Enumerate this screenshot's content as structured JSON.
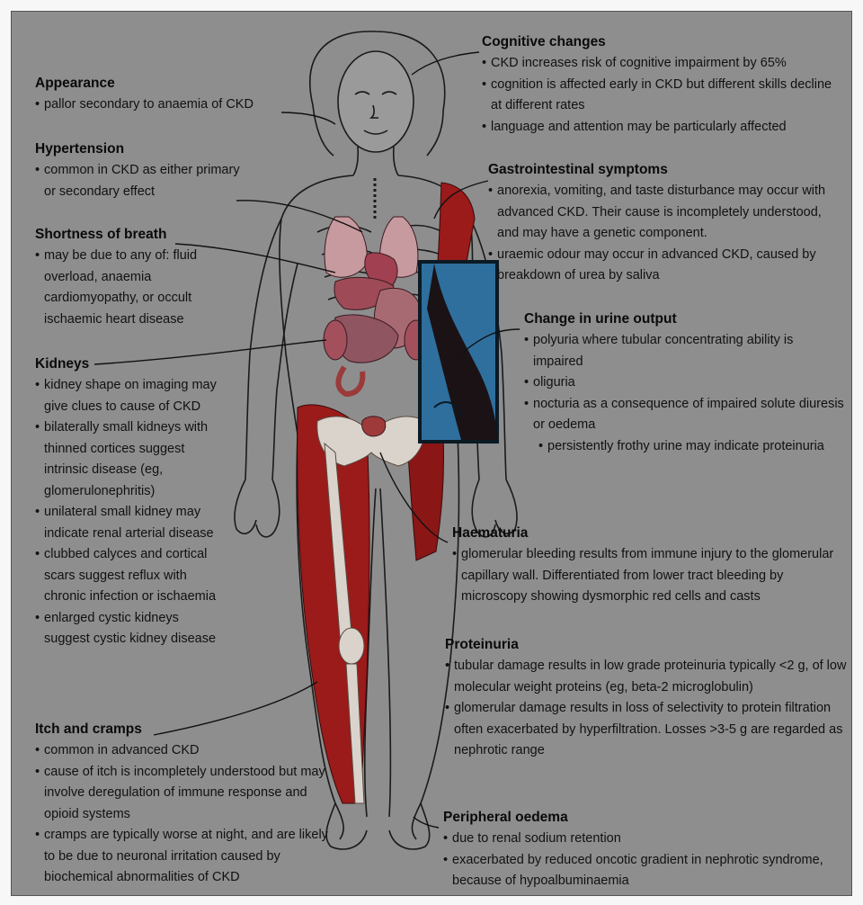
{
  "sections": {
    "appearance": {
      "title": "Appearance",
      "items": [
        "pallor secondary to anaemia of CKD"
      ]
    },
    "hypertension": {
      "title": "Hypertension",
      "items": [
        "common in CKD as either primary or secondary effect"
      ]
    },
    "shortness": {
      "title": "Shortness of breath",
      "items": [
        "may be due to any of: fluid overload, anaemia cardiomyopathy, or occult ischaemic heart disease"
      ]
    },
    "kidneys": {
      "title": "Kidneys",
      "items": [
        "kidney shape on imaging may give clues to cause of CKD",
        "bilaterally small kidneys with thinned cortices suggest intrinsic disease (eg, glomerulonephritis)",
        "unilateral small kidney may indicate renal arterial disease",
        "clubbed calyces and cortical scars suggest reflux with chronic infection or ischaemia",
        "enlarged cystic kidneys suggest cystic kidney disease"
      ]
    },
    "itch": {
      "title": "Itch and cramps",
      "items": [
        "common in advanced CKD",
        "cause of itch is incompletely understood but may involve deregulation of immune response and opioid systems",
        "cramps are typically worse at night, and are likely to be due to neuronal irritation caused by biochemical abnormalities of CKD"
      ]
    },
    "cognitive": {
      "title": "Cognitive changes",
      "items": [
        "CKD increases risk of cognitive impairment by 65%",
        "cognition is affected early in CKD but different skills decline at different rates",
        "language and attention may be particularly affected"
      ]
    },
    "gi": {
      "title": "Gastrointestinal symptoms",
      "items": [
        "anorexia, vomiting, and taste disturbance may occur with advanced CKD. Their cause is incompletely understood, and may have a genetic component.",
        "uraemic odour may occur in advanced CKD, caused by breakdown of urea by saliva"
      ]
    },
    "urine": {
      "title": "Change in urine output",
      "items": [
        "polyuria where tubular concentrating ability is impaired",
        "oliguria",
        "nocturia as a consequence of impaired solute diuresis or oedema"
      ],
      "subitems": [
        "persistently frothy urine may indicate proteinuria"
      ]
    },
    "haematuria": {
      "title": "Haematuria",
      "items": [
        "glomerular bleeding results from immune injury to the glomerular capillary wall. Differentiated from lower tract bleeding by microscopy showing dysmorphic red cells and casts"
      ]
    },
    "proteinuria": {
      "title": "Proteinuria",
      "items": [
        "tubular damage results in low grade proteinuria typically <2 g, of low molecular weight proteins (eg, beta-2 microglobulin)",
        "glomerular damage results in loss of selectivity to protein filtration often exacerbated by hyperfiltration. Losses >3-5 g are regarded as nephrotic range"
      ]
    },
    "oedema": {
      "title": "Peripheral oedema",
      "items": [
        "due to renal sodium retention",
        "exacerbated by reduced oncotic gradient in nephrotic syndrome, because of hypoalbuminaemia"
      ]
    }
  },
  "colors": {
    "background": "#8e8e8e",
    "muscle": "#9b1a1a",
    "organ": "#a86a72",
    "blue": "#2e6f9e",
    "text": "#111111"
  }
}
